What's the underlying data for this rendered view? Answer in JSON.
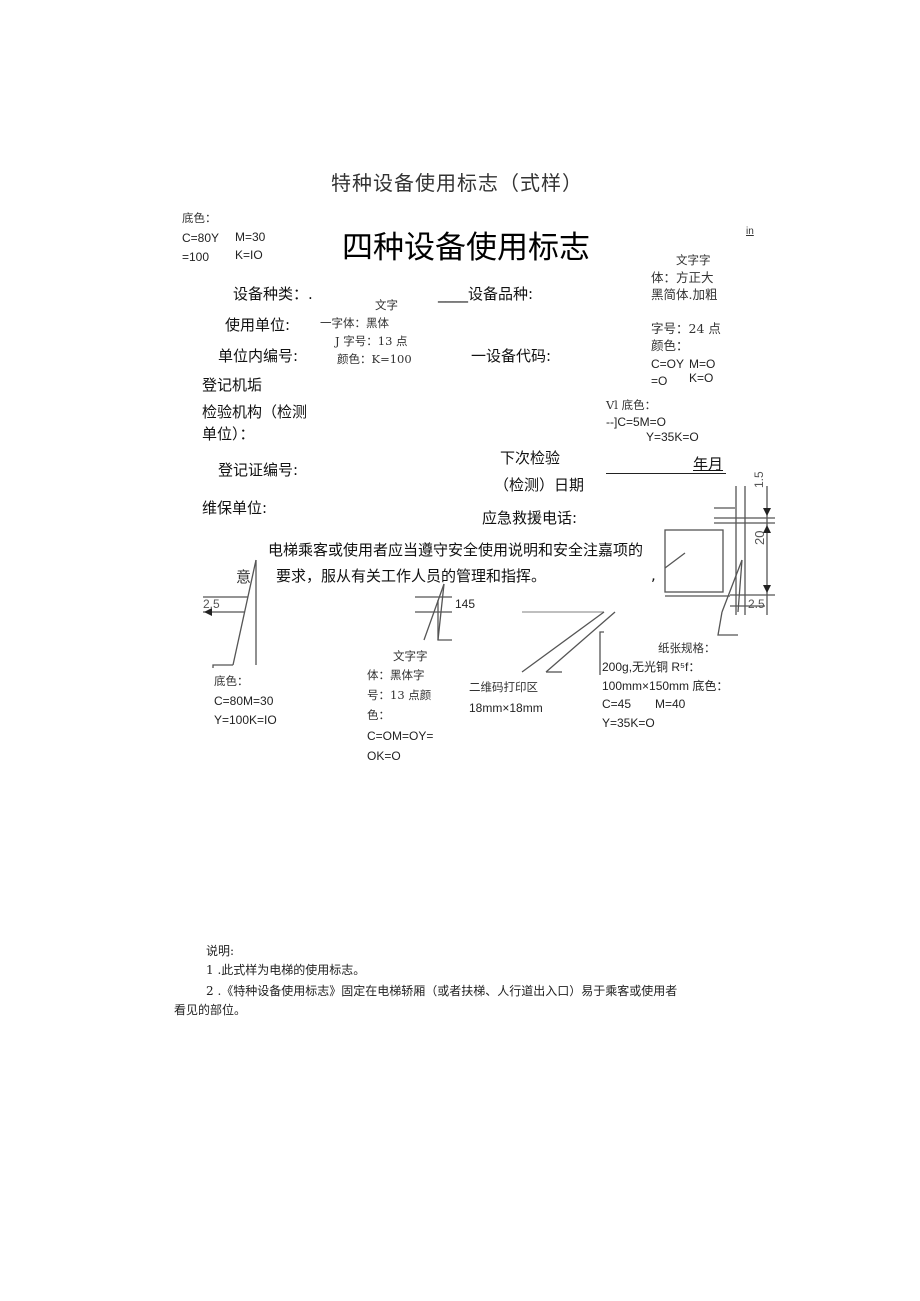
{
  "document": {
    "title": "特种设备使用标志（式样）",
    "sign_title": "四种设备使用标志",
    "corner_mark": "in"
  },
  "annotations": {
    "bg_color_top_left": {
      "label": "底色：",
      "line1_a": "C=80Y",
      "line1_b": "M=30",
      "line2_a": "=100",
      "line2_b": "K=IO"
    },
    "title_font": {
      "line1": "文字字",
      "line2": "体：方正大",
      "line3": "黑简体.加粗",
      "line4": "字号：24 点",
      "line5": "颜色：",
      "line6_a": "C=OY",
      "line6_b": "M=O",
      "line7_a": "=O",
      "line7_b": "K=O"
    },
    "field_font": {
      "line1": "文字",
      "line2": "一字体：黑体",
      "line3": "J 字号：13 点",
      "line4": "颜色：K=100"
    },
    "bg_color_right": {
      "line1": "Vl 底色：",
      "line2": "--]C=5M=O",
      "line3": "Y=35K=O"
    },
    "bg_color_bottom_left": {
      "label": "底色：",
      "line1": "C=80M=30",
      "line2": "Y=100K=IO"
    },
    "warning_font": {
      "line1": "文字字",
      "line2": "体：黑体字",
      "line3": "号：13 点颜",
      "line4": "色：",
      "line5": "C=OM=OY=",
      "line6": "OK=O"
    },
    "qr_area": {
      "line1": "二维码打印区",
      "line2": "18mm×18mm"
    },
    "paper_spec": {
      "line1": "纸张规格：",
      "line2": "200g,无光铜 R⁵f：",
      "line3": "100mm×150mm 底色：",
      "line4_a": "C=45",
      "line4_b": "M=40",
      "line5": "Y=35K=O"
    },
    "dimensions": {
      "dim_1_5": "1.5",
      "dim_20": "20",
      "dim_2_5_right": "2.5",
      "dim_2_5_left": "2.5",
      "dim_145": "145"
    }
  },
  "fields": {
    "equipment_type": "设备种类：.",
    "equipment_variety": "____设备品种:",
    "user_unit": "使用单位:",
    "internal_number": "单位内编号:",
    "equipment_code": "一设备代码:",
    "registration_org": "登记机垢",
    "inspection_org_line1": "检验机构（检测",
    "inspection_org_line2": "单位）：",
    "registration_cert": "登记证编号:",
    "next_inspection_line1": "下次检验",
    "next_inspection_line2": "（检测）日期",
    "date_suffix": "年月",
    "maintenance_unit": "维保单位:",
    "emergency_phone": "应急救援电话:"
  },
  "warning": {
    "line1": "电梯乘客或使用者应当遵守安全使用说明和安全注嘉项的",
    "line2": "要求，服从有关工作人员的管理和指挥。",
    "side_char": "意",
    "comma_mark": ","
  },
  "explanation": {
    "heading": "说明:",
    "item1": "1 .此式样为电梯的使用标志。",
    "item2_line1": "2 .《特种设备使用标志》固定在电梯轿厢（或者扶梯、人行道出入口）易于乘客或使用者",
    "item2_line2": "看见的部位。"
  }
}
